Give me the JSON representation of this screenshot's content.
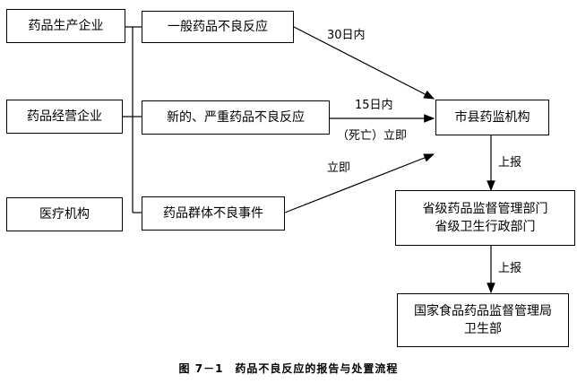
{
  "sources": {
    "manufacturer": "药品生产企业",
    "distributor": "药品经营企业",
    "medical": "医疗机构"
  },
  "events": {
    "general": "一般药品不良反应",
    "serious": "新的、严重药品不良反应",
    "cluster": "药品群体不良事件"
  },
  "edge_labels": {
    "general_time": "30日内",
    "serious_time": "15日内",
    "serious_death": "（死亡）立即",
    "cluster_time": "立即",
    "report_up_1": "上报",
    "report_up_2": "上报"
  },
  "targets": {
    "county": "市县药监机构",
    "province": [
      "省级药品监督管理部门",
      "省级卫生行政部门"
    ],
    "national": [
      "国家食品药品监督管理局",
      "卫生部"
    ]
  },
  "caption": "图 7－1　药品不良反应的报告与处置流程"
}
